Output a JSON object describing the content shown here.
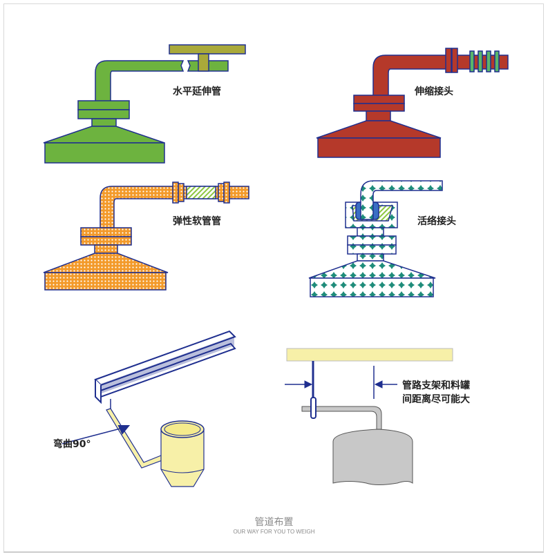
{
  "labels": {
    "horizontal_extension": "水平延伸管",
    "expansion_joint": "伸缩接头",
    "flexible_hose": "弹性软管管",
    "loose_joint": "活络接头",
    "bend_90": "弯曲90°",
    "distance_line1": "管路支架和料罐",
    "distance_line2": "间距离尽可能大"
  },
  "footer": {
    "title": "管道布置",
    "subtitle": "OUR WAY FOR YOU TO WEIGH"
  },
  "colors": {
    "green": "#6db33f",
    "red": "#b5392a",
    "orange": "#f0a030",
    "teal": "#1e8c7a",
    "outline": "#1f2f8f",
    "yellow": "#f7f0a8",
    "gray": "#c8c8c8"
  }
}
